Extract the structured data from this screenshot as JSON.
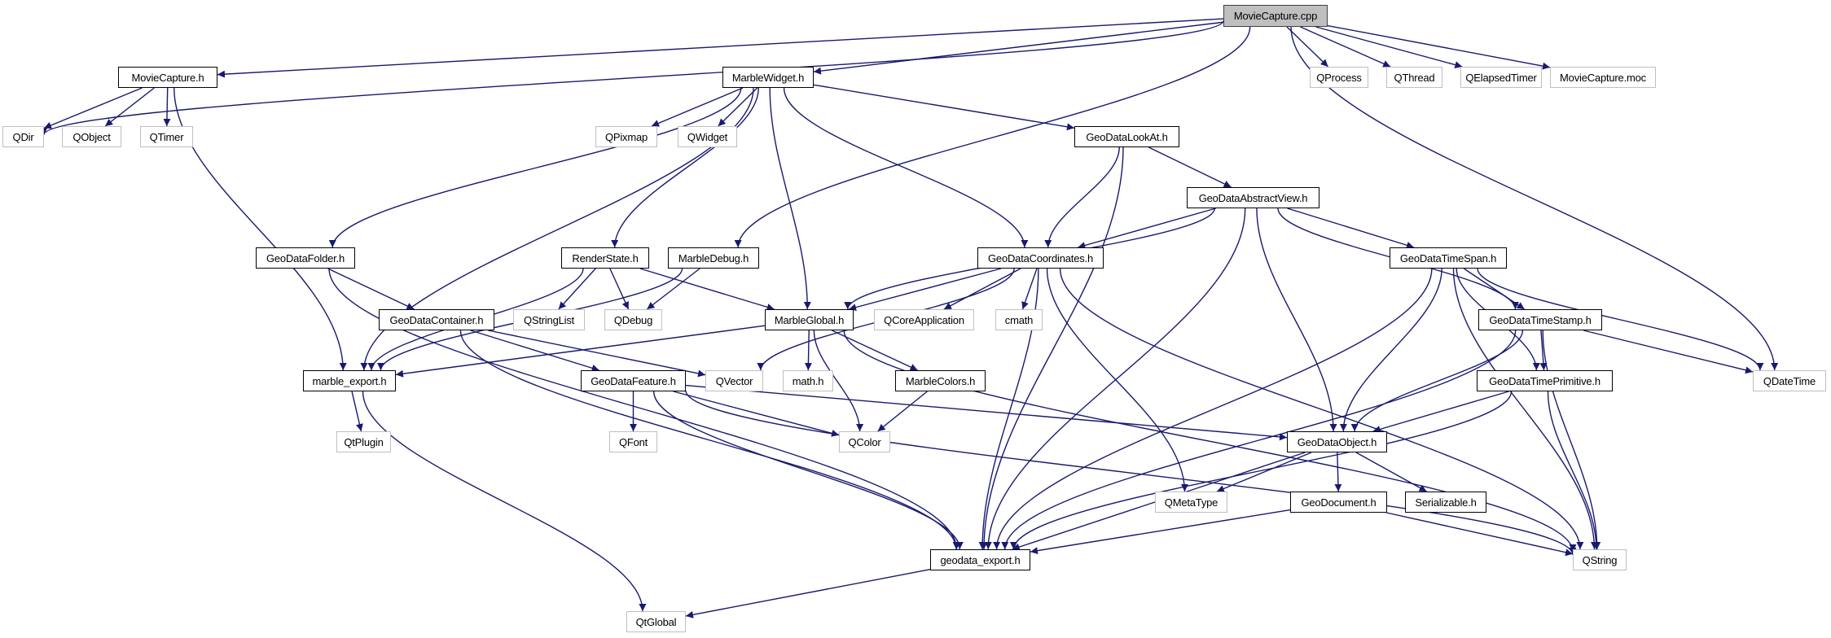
{
  "graph": {
    "title": "MovieCapture.cpp include dependency graph",
    "colors": {
      "edge": "#191970",
      "root_fill": "#bfbfbf",
      "ext_border": "#bfbfbf",
      "local_border": "#000000"
    },
    "nodes": [
      {
        "id": "MovieCapture.cpp",
        "label": "MovieCapture.cpp",
        "kind": "root"
      },
      {
        "id": "MovieCapture.h",
        "label": "MovieCapture.h",
        "kind": "local"
      },
      {
        "id": "QDir",
        "label": "QDir",
        "kind": "ext"
      },
      {
        "id": "QObject",
        "label": "QObject",
        "kind": "ext"
      },
      {
        "id": "QTimer",
        "label": "QTimer",
        "kind": "ext"
      },
      {
        "id": "MarbleWidget.h",
        "label": "MarbleWidget.h",
        "kind": "local"
      },
      {
        "id": "QPixmap",
        "label": "QPixmap",
        "kind": "ext"
      },
      {
        "id": "QWidget",
        "label": "QWidget",
        "kind": "ext"
      },
      {
        "id": "GeoDataLookAt.h",
        "label": "GeoDataLookAt.h",
        "kind": "local"
      },
      {
        "id": "QProcess",
        "label": "QProcess",
        "kind": "ext"
      },
      {
        "id": "QThread",
        "label": "QThread",
        "kind": "ext"
      },
      {
        "id": "QElapsedTimer",
        "label": "QElapsedTimer",
        "kind": "ext"
      },
      {
        "id": "MovieCapture.moc",
        "label": "MovieCapture.moc",
        "kind": "ext"
      },
      {
        "id": "GeoDataAbstractView.h",
        "label": "GeoDataAbstractView.h",
        "kind": "local"
      },
      {
        "id": "GeoDataFolder.h",
        "label": "GeoDataFolder.h",
        "kind": "local"
      },
      {
        "id": "RenderState.h",
        "label": "RenderState.h",
        "kind": "local"
      },
      {
        "id": "MarbleDebug.h",
        "label": "MarbleDebug.h",
        "kind": "local"
      },
      {
        "id": "GeoDataCoordinates.h",
        "label": "GeoDataCoordinates.h",
        "kind": "local"
      },
      {
        "id": "GeoDataTimeSpan.h",
        "label": "GeoDataTimeSpan.h",
        "kind": "local"
      },
      {
        "id": "GeoDataContainer.h",
        "label": "GeoDataContainer.h",
        "kind": "local"
      },
      {
        "id": "QStringList",
        "label": "QStringList",
        "kind": "ext"
      },
      {
        "id": "QDebug",
        "label": "QDebug",
        "kind": "ext"
      },
      {
        "id": "MarbleGlobal.h",
        "label": "MarbleGlobal.h",
        "kind": "local"
      },
      {
        "id": "QCoreApplication",
        "label": "QCoreApplication",
        "kind": "ext"
      },
      {
        "id": "cmath",
        "label": "cmath",
        "kind": "ext"
      },
      {
        "id": "GeoDataTimeStamp.h",
        "label": "GeoDataTimeStamp.h",
        "kind": "local"
      },
      {
        "id": "QDateTime",
        "label": "QDateTime",
        "kind": "ext"
      },
      {
        "id": "marble_export.h",
        "label": "marble_export.h",
        "kind": "local"
      },
      {
        "id": "GeoDataFeature.h",
        "label": "GeoDataFeature.h",
        "kind": "local"
      },
      {
        "id": "QVector",
        "label": "QVector",
        "kind": "ext"
      },
      {
        "id": "math.h",
        "label": "math.h",
        "kind": "ext"
      },
      {
        "id": "MarbleColors.h",
        "label": "MarbleColors.h",
        "kind": "local"
      },
      {
        "id": "GeoDataTimePrimitive.h",
        "label": "GeoDataTimePrimitive.h",
        "kind": "local"
      },
      {
        "id": "QtPlugin",
        "label": "QtPlugin",
        "kind": "ext"
      },
      {
        "id": "QFont",
        "label": "QFont",
        "kind": "ext"
      },
      {
        "id": "QColor",
        "label": "QColor",
        "kind": "ext"
      },
      {
        "id": "GeoDataObject.h",
        "label": "GeoDataObject.h",
        "kind": "local"
      },
      {
        "id": "QMetaType",
        "label": "QMetaType",
        "kind": "ext"
      },
      {
        "id": "GeoDocument.h",
        "label": "GeoDocument.h",
        "kind": "local"
      },
      {
        "id": "Serializable.h",
        "label": "Serializable.h",
        "kind": "local"
      },
      {
        "id": "geodata_export.h",
        "label": "geodata_export.h",
        "kind": "local"
      },
      {
        "id": "QString",
        "label": "QString",
        "kind": "ext"
      },
      {
        "id": "QtGlobal",
        "label": "QtGlobal",
        "kind": "ext"
      }
    ],
    "edges": [
      [
        "MovieCapture.cpp",
        "MovieCapture.h"
      ],
      [
        "MovieCapture.cpp",
        "QDir"
      ],
      [
        "MovieCapture.cpp",
        "MarbleWidget.h"
      ],
      [
        "MovieCapture.cpp",
        "MarbleDebug.h"
      ],
      [
        "MovieCapture.cpp",
        "QProcess"
      ],
      [
        "MovieCapture.cpp",
        "QThread"
      ],
      [
        "MovieCapture.cpp",
        "QElapsedTimer"
      ],
      [
        "MovieCapture.cpp",
        "MovieCapture.moc"
      ],
      [
        "MovieCapture.cpp",
        "QDateTime"
      ],
      [
        "MovieCapture.h",
        "QDir"
      ],
      [
        "MovieCapture.h",
        "QObject"
      ],
      [
        "MovieCapture.h",
        "QTimer"
      ],
      [
        "MovieCapture.h",
        "marble_export.h"
      ],
      [
        "MarbleWidget.h",
        "QPixmap"
      ],
      [
        "MarbleWidget.h",
        "QWidget"
      ],
      [
        "MarbleWidget.h",
        "GeoDataLookAt.h"
      ],
      [
        "MarbleWidget.h",
        "GeoDataFolder.h"
      ],
      [
        "MarbleWidget.h",
        "marble_export.h"
      ],
      [
        "MarbleWidget.h",
        "RenderState.h"
      ],
      [
        "MarbleWidget.h",
        "MarbleGlobal.h"
      ],
      [
        "MarbleWidget.h",
        "GeoDataCoordinates.h"
      ],
      [
        "GeoDataLookAt.h",
        "GeoDataAbstractView.h"
      ],
      [
        "GeoDataLookAt.h",
        "GeoDataCoordinates.h"
      ],
      [
        "GeoDataLookAt.h",
        "geodata_export.h"
      ],
      [
        "GeoDataAbstractView.h",
        "GeoDataCoordinates.h"
      ],
      [
        "GeoDataAbstractView.h",
        "MarbleGlobal.h"
      ],
      [
        "GeoDataAbstractView.h",
        "GeoDataTimeSpan.h"
      ],
      [
        "GeoDataAbstractView.h",
        "GeoDataTimeStamp.h"
      ],
      [
        "GeoDataAbstractView.h",
        "GeoDataObject.h"
      ],
      [
        "GeoDataAbstractView.h",
        "geodata_export.h"
      ],
      [
        "GeoDataFolder.h",
        "GeoDataContainer.h"
      ],
      [
        "GeoDataFolder.h",
        "geodata_export.h"
      ],
      [
        "RenderState.h",
        "QStringList"
      ],
      [
        "RenderState.h",
        "QDebug"
      ],
      [
        "RenderState.h",
        "MarbleGlobal.h"
      ],
      [
        "RenderState.h",
        "marble_export.h"
      ],
      [
        "MarbleDebug.h",
        "QDebug"
      ],
      [
        "MarbleDebug.h",
        "marble_export.h"
      ],
      [
        "GeoDataCoordinates.h",
        "MarbleGlobal.h"
      ],
      [
        "GeoDataCoordinates.h",
        "QCoreApplication"
      ],
      [
        "GeoDataCoordinates.h",
        "cmath"
      ],
      [
        "GeoDataCoordinates.h",
        "QVector"
      ],
      [
        "GeoDataCoordinates.h",
        "QMetaType"
      ],
      [
        "GeoDataCoordinates.h",
        "geodata_export.h"
      ],
      [
        "GeoDataCoordinates.h",
        "QString"
      ],
      [
        "GeoDataTimeSpan.h",
        "GeoDataTimeStamp.h"
      ],
      [
        "GeoDataTimeSpan.h",
        "GeoDataTimePrimitive.h"
      ],
      [
        "GeoDataTimeSpan.h",
        "GeoDataObject.h"
      ],
      [
        "GeoDataTimeSpan.h",
        "geodata_export.h"
      ],
      [
        "GeoDataTimeSpan.h",
        "QDateTime"
      ],
      [
        "GeoDataTimeSpan.h",
        "QString"
      ],
      [
        "GeoDataContainer.h",
        "GeoDataFeature.h"
      ],
      [
        "GeoDataContainer.h",
        "QVector"
      ],
      [
        "GeoDataContainer.h",
        "geodata_export.h"
      ],
      [
        "MarbleGlobal.h",
        "marble_export.h"
      ],
      [
        "MarbleGlobal.h",
        "math.h"
      ],
      [
        "MarbleGlobal.h",
        "MarbleColors.h"
      ],
      [
        "MarbleGlobal.h",
        "QColor"
      ],
      [
        "MarbleGlobal.h",
        "QString"
      ],
      [
        "GeoDataTimeStamp.h",
        "GeoDataTimePrimitive.h"
      ],
      [
        "GeoDataTimeStamp.h",
        "GeoDataObject.h"
      ],
      [
        "GeoDataTimeStamp.h",
        "geodata_export.h"
      ],
      [
        "GeoDataTimeStamp.h",
        "QDateTime"
      ],
      [
        "GeoDataTimeStamp.h",
        "QString"
      ],
      [
        "marble_export.h",
        "QtPlugin"
      ],
      [
        "marble_export.h",
        "QtGlobal"
      ],
      [
        "GeoDataFeature.h",
        "QFont"
      ],
      [
        "GeoDataFeature.h",
        "QColor"
      ],
      [
        "GeoDataFeature.h",
        "GeoDataObject.h"
      ],
      [
        "GeoDataFeature.h",
        "geodata_export.h"
      ],
      [
        "GeoDataFeature.h",
        "QString"
      ],
      [
        "MarbleColors.h",
        "QColor"
      ],
      [
        "GeoDataTimePrimitive.h",
        "GeoDataObject.h"
      ],
      [
        "GeoDataTimePrimitive.h",
        "geodata_export.h"
      ],
      [
        "GeoDataTimePrimitive.h",
        "QString"
      ],
      [
        "GeoDataObject.h",
        "QMetaType"
      ],
      [
        "GeoDataObject.h",
        "GeoDocument.h"
      ],
      [
        "GeoDataObject.h",
        "Serializable.h"
      ],
      [
        "GeoDataObject.h",
        "geodata_export.h"
      ],
      [
        "GeoDocument.h",
        "geodata_export.h"
      ],
      [
        "GeoDocument.h",
        "QString"
      ],
      [
        "geodata_export.h",
        "QtGlobal"
      ]
    ]
  }
}
